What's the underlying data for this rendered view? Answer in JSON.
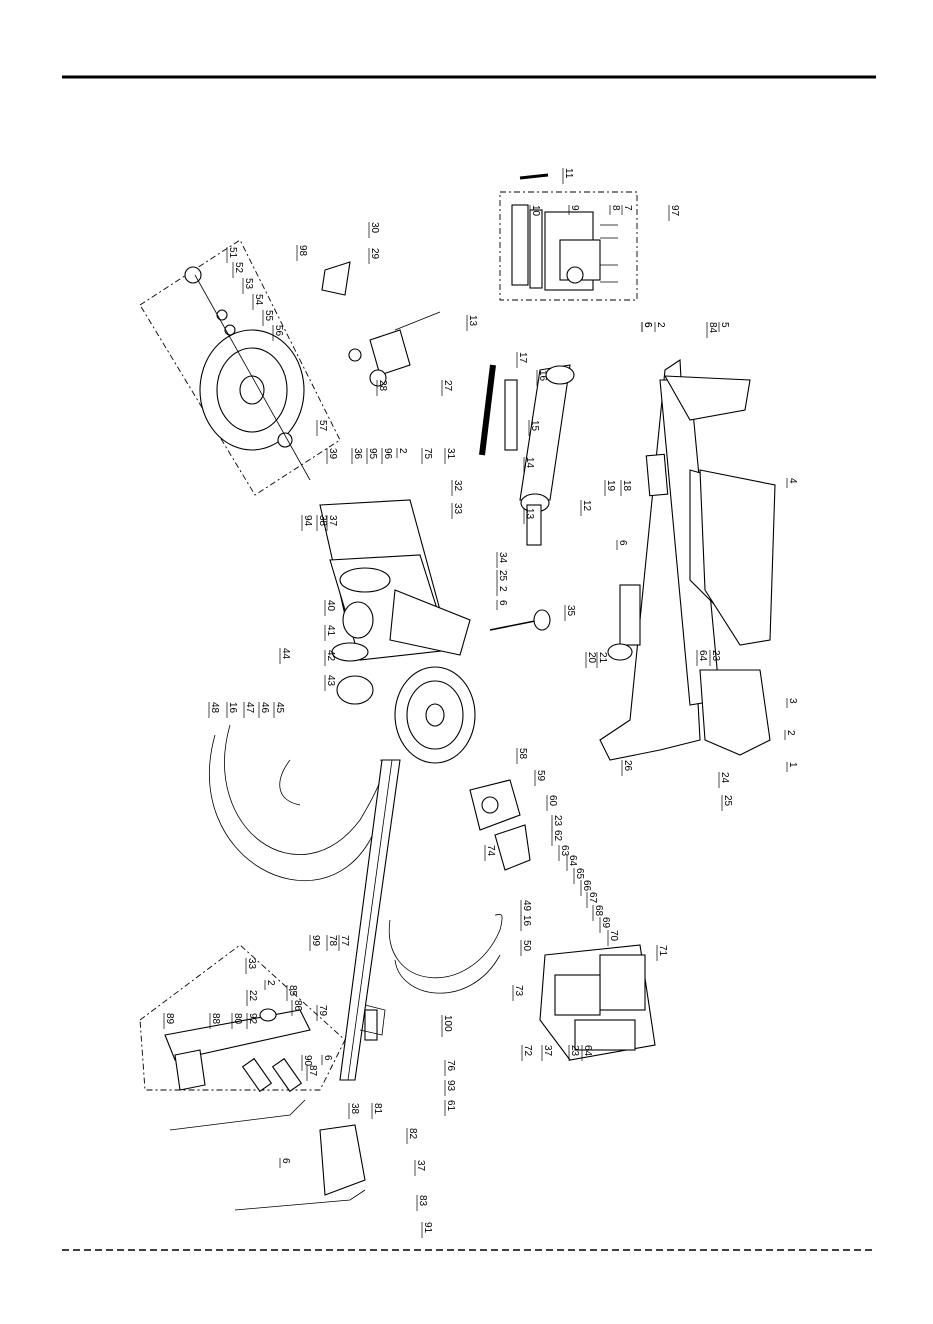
{
  "diagram": {
    "callouts": [
      {
        "id": "c1",
        "text": "1"
      },
      {
        "id": "c2",
        "text": "2"
      },
      {
        "id": "c3",
        "text": "3"
      },
      {
        "id": "c4",
        "text": "4"
      },
      {
        "id": "c5",
        "text": "5"
      },
      {
        "id": "c6",
        "text": "6"
      },
      {
        "id": "c7",
        "text": "7"
      },
      {
        "id": "c8",
        "text": "8"
      },
      {
        "id": "c9",
        "text": "9"
      },
      {
        "id": "c10",
        "text": "10"
      },
      {
        "id": "c11",
        "text": "11"
      },
      {
        "id": "c12",
        "text": "12"
      },
      {
        "id": "c13a",
        "text": "13"
      },
      {
        "id": "c13b",
        "text": "13"
      },
      {
        "id": "c14",
        "text": "14"
      },
      {
        "id": "c15",
        "text": "15"
      },
      {
        "id": "c16a",
        "text": "16"
      },
      {
        "id": "c16b",
        "text": "16"
      },
      {
        "id": "c16c",
        "text": "16"
      },
      {
        "id": "c17",
        "text": "17"
      },
      {
        "id": "c18",
        "text": "18"
      },
      {
        "id": "c19",
        "text": "19"
      },
      {
        "id": "c20",
        "text": "20"
      },
      {
        "id": "c21",
        "text": "21"
      },
      {
        "id": "c22",
        "text": "22"
      },
      {
        "id": "c23a",
        "text": "23"
      },
      {
        "id": "c23b",
        "text": "23"
      },
      {
        "id": "c23c",
        "text": "23"
      },
      {
        "id": "c24",
        "text": "24"
      },
      {
        "id": "c25a",
        "text": "25"
      },
      {
        "id": "c25b",
        "text": "25"
      },
      {
        "id": "c26",
        "text": "26"
      },
      {
        "id": "c27",
        "text": "27"
      },
      {
        "id": "c28",
        "text": "28"
      },
      {
        "id": "c29",
        "text": "29"
      },
      {
        "id": "c30",
        "text": "30"
      },
      {
        "id": "c31",
        "text": "31"
      },
      {
        "id": "c32",
        "text": "32"
      },
      {
        "id": "c33a",
        "text": "33"
      },
      {
        "id": "c33b",
        "text": "33"
      },
      {
        "id": "c34",
        "text": "34"
      },
      {
        "id": "c35",
        "text": "35"
      },
      {
        "id": "c36",
        "text": "36"
      },
      {
        "id": "c37a",
        "text": "37"
      },
      {
        "id": "c37b",
        "text": "37"
      },
      {
        "id": "c37c",
        "text": "37"
      },
      {
        "id": "c38a",
        "text": "38"
      },
      {
        "id": "c38b",
        "text": "38"
      },
      {
        "id": "c39",
        "text": "39"
      },
      {
        "id": "c40",
        "text": "40"
      },
      {
        "id": "c41",
        "text": "41"
      },
      {
        "id": "c42",
        "text": "42"
      },
      {
        "id": "c43",
        "text": "43"
      },
      {
        "id": "c44",
        "text": "44"
      },
      {
        "id": "c45",
        "text": "45"
      },
      {
        "id": "c46",
        "text": "46"
      },
      {
        "id": "c47",
        "text": "47"
      },
      {
        "id": "c48",
        "text": "48"
      },
      {
        "id": "c49",
        "text": "49"
      },
      {
        "id": "c50",
        "text": "50"
      },
      {
        "id": "c51",
        "text": "51"
      },
      {
        "id": "c52",
        "text": "52"
      },
      {
        "id": "c53",
        "text": "53"
      },
      {
        "id": "c54",
        "text": "54"
      },
      {
        "id": "c55",
        "text": "55"
      },
      {
        "id": "c56",
        "text": "56"
      },
      {
        "id": "c57",
        "text": "57"
      },
      {
        "id": "c58",
        "text": "58"
      },
      {
        "id": "c59",
        "text": "59"
      },
      {
        "id": "c60",
        "text": "60"
      },
      {
        "id": "c61",
        "text": "61"
      },
      {
        "id": "c62",
        "text": "62"
      },
      {
        "id": "c63",
        "text": "63"
      },
      {
        "id": "c64a",
        "text": "64"
      },
      {
        "id": "c64b",
        "text": "64"
      },
      {
        "id": "c64c",
        "text": "64"
      },
      {
        "id": "c65",
        "text": "65"
      },
      {
        "id": "c66",
        "text": "66"
      },
      {
        "id": "c67",
        "text": "67"
      },
      {
        "id": "c68",
        "text": "68"
      },
      {
        "id": "c69",
        "text": "69"
      },
      {
        "id": "c70",
        "text": "70"
      },
      {
        "id": "c71",
        "text": "71"
      },
      {
        "id": "c72",
        "text": "72"
      },
      {
        "id": "c73",
        "text": "73"
      },
      {
        "id": "c74",
        "text": "74"
      },
      {
        "id": "c75",
        "text": "75"
      },
      {
        "id": "c76",
        "text": "76"
      },
      {
        "id": "c77",
        "text": "77"
      },
      {
        "id": "c78",
        "text": "78"
      },
      {
        "id": "c79",
        "text": "79"
      },
      {
        "id": "c80",
        "text": "80"
      },
      {
        "id": "c81",
        "text": "81"
      },
      {
        "id": "c82",
        "text": "82"
      },
      {
        "id": "c83",
        "text": "83"
      },
      {
        "id": "c84",
        "text": "84"
      },
      {
        "id": "c85",
        "text": "85"
      },
      {
        "id": "c86",
        "text": "86"
      },
      {
        "id": "c87",
        "text": "87"
      },
      {
        "id": "c88",
        "text": "88"
      },
      {
        "id": "c89",
        "text": "89"
      },
      {
        "id": "c90",
        "text": "90"
      },
      {
        "id": "c91",
        "text": "91"
      },
      {
        "id": "c92",
        "text": "92"
      },
      {
        "id": "c93",
        "text": "93"
      },
      {
        "id": "c94",
        "text": "94"
      },
      {
        "id": "c95",
        "text": "95"
      },
      {
        "id": "c96",
        "text": "96"
      },
      {
        "id": "c97",
        "text": "97"
      },
      {
        "id": "c98",
        "text": "98"
      },
      {
        "id": "c99",
        "text": "99"
      },
      {
        "id": "c100",
        "text": "100"
      },
      {
        "id": "c2b",
        "text": "2"
      },
      {
        "id": "c2c",
        "text": "2"
      },
      {
        "id": "c2d",
        "text": "2"
      },
      {
        "id": "c2e",
        "text": "2"
      },
      {
        "id": "c6b",
        "text": "6"
      },
      {
        "id": "c6c",
        "text": "6"
      },
      {
        "id": "c6d",
        "text": "6"
      },
      {
        "id": "c6e",
        "text": "6"
      },
      {
        "id": "c6f",
        "text": "6"
      }
    ]
  }
}
